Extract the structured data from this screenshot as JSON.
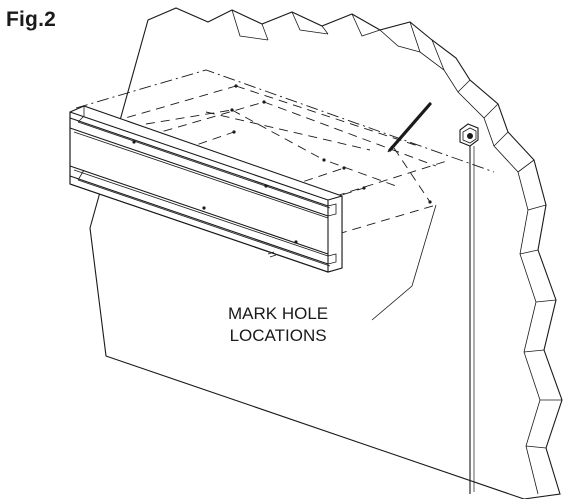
{
  "figure": {
    "label": "Fig.2"
  },
  "callout": {
    "line1": "MARK HOLE",
    "line2": "LOCATIONS"
  },
  "icons": {
    "wall": "wall-icon",
    "rail": "mounting-rail-icon",
    "pencil": "pencil-icon",
    "plumb_bob": "plumb-bob-icon"
  },
  "colors": {
    "ink": "#1a1a1a",
    "paper": "#ffffff"
  }
}
